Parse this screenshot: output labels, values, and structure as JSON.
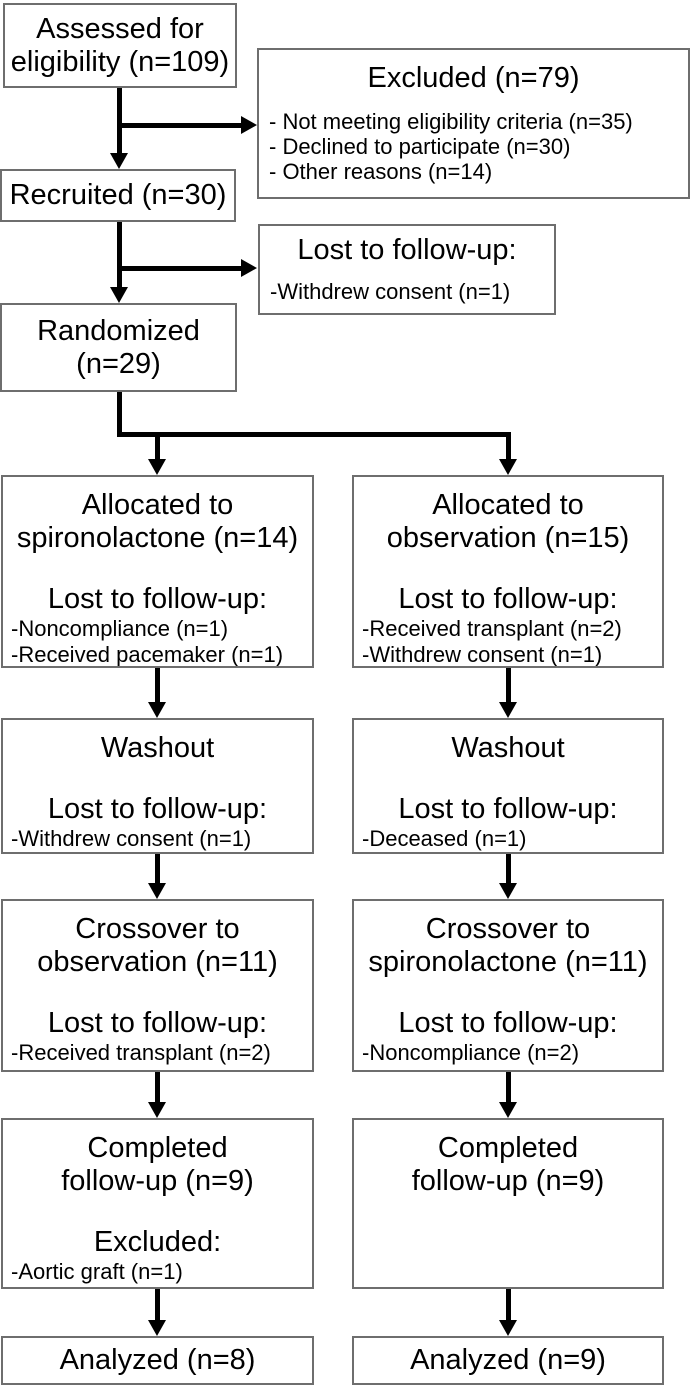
{
  "diagram_type": "consort-flow-diagram",
  "colors": {
    "background": "#ffffff",
    "box_border": "#6e6e6e",
    "arrow": "#000000",
    "text": "#000000"
  },
  "boxes": {
    "assessed": {
      "lines": [
        "Assessed for",
        "eligibility (n=109)"
      ]
    },
    "excluded": {
      "title": "Excluded (n=79)",
      "items": [
        "- Not meeting eligibility criteria (n=35)",
        "- Declined to participate (n=30)",
        "- Other reasons (n=14)"
      ]
    },
    "recruited": {
      "lines": [
        "Recruited (n=30)"
      ]
    },
    "lost_prerandom": {
      "title": "Lost to follow-up:",
      "items": [
        "-Withdrew consent (n=1)"
      ]
    },
    "randomized": {
      "lines": [
        "Randomized",
        "(n=29)"
      ]
    },
    "alloc_spiro": {
      "heading": [
        "Allocated to",
        "spironolactone (n=14)"
      ],
      "subheading": "Lost to follow-up:",
      "items": [
        "-Noncompliance (n=1)",
        "-Received pacemaker (n=1)"
      ]
    },
    "alloc_obs": {
      "heading": [
        "Allocated to",
        "observation (n=15)"
      ],
      "subheading": "Lost to follow-up:",
      "items": [
        "-Received transplant (n=2)",
        "-Withdrew consent (n=1)"
      ]
    },
    "washout_spiro": {
      "heading": [
        "Washout"
      ],
      "subheading": "Lost to follow-up:",
      "items": [
        "-Withdrew consent (n=1)"
      ]
    },
    "washout_obs": {
      "heading": [
        "Washout"
      ],
      "subheading": "Lost to follow-up:",
      "items": [
        "-Deceased (n=1)"
      ]
    },
    "cross_obs": {
      "heading": [
        "Crossover to",
        "observation (n=11)"
      ],
      "subheading": "Lost to follow-up:",
      "items": [
        "-Received transplant (n=2)"
      ]
    },
    "cross_spiro": {
      "heading": [
        "Crossover to",
        "spironolactone (n=11)"
      ],
      "subheading": "Lost to follow-up:",
      "items": [
        "-Noncompliance (n=2)"
      ]
    },
    "completed_left": {
      "heading": [
        "Completed",
        "follow-up (n=9)"
      ],
      "subheading": "Excluded:",
      "items": [
        "-Aortic graft (n=1)"
      ]
    },
    "completed_right": {
      "heading": [
        "Completed",
        "follow-up (n=9)"
      ]
    },
    "analyzed_left": {
      "lines": [
        "Analyzed (n=8)"
      ]
    },
    "analyzed_right": {
      "lines": [
        "Analyzed (n=9)"
      ]
    }
  },
  "edges": [
    {
      "from": "assessed",
      "to": "recruited"
    },
    {
      "from": "assessed",
      "to": "excluded"
    },
    {
      "from": "recruited",
      "to": "randomized"
    },
    {
      "from": "recruited",
      "to": "lost_prerandom"
    },
    {
      "from": "randomized",
      "to": "alloc_spiro"
    },
    {
      "from": "randomized",
      "to": "alloc_obs"
    },
    {
      "from": "alloc_spiro",
      "to": "washout_spiro"
    },
    {
      "from": "alloc_obs",
      "to": "washout_obs"
    },
    {
      "from": "washout_spiro",
      "to": "cross_obs"
    },
    {
      "from": "washout_obs",
      "to": "cross_spiro"
    },
    {
      "from": "cross_obs",
      "to": "completed_left"
    },
    {
      "from": "cross_spiro",
      "to": "completed_right"
    },
    {
      "from": "completed_left",
      "to": "analyzed_left"
    },
    {
      "from": "completed_right",
      "to": "analyzed_right"
    }
  ]
}
